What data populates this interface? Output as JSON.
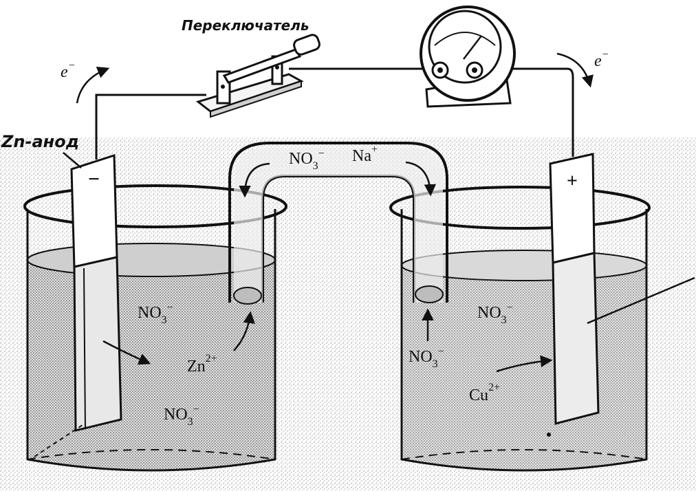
{
  "labels": {
    "switch": "Переключатель",
    "anode": "Zn-анод",
    "electron_left": "e",
    "electron_right": "e",
    "electron_sup": "−",
    "minus_sign": "−",
    "plus_sign": "+",
    "bridge_nitrate": "NO",
    "bridge_sodium": "Na",
    "left_nitrate_top": "NO",
    "left_zinc": "Zn",
    "left_nitrate_bottom": "NO",
    "right_nitrate_top": "NO",
    "right_nitrate_mid": "NO",
    "right_copper": "Cu",
    "sub_3": "3",
    "sup_minus": "−",
    "sup_plus": "+",
    "sup_2plus": "2+"
  },
  "colors": {
    "ink": "#111111",
    "solution": "#d6d6d6",
    "paper": "#ffffff"
  }
}
